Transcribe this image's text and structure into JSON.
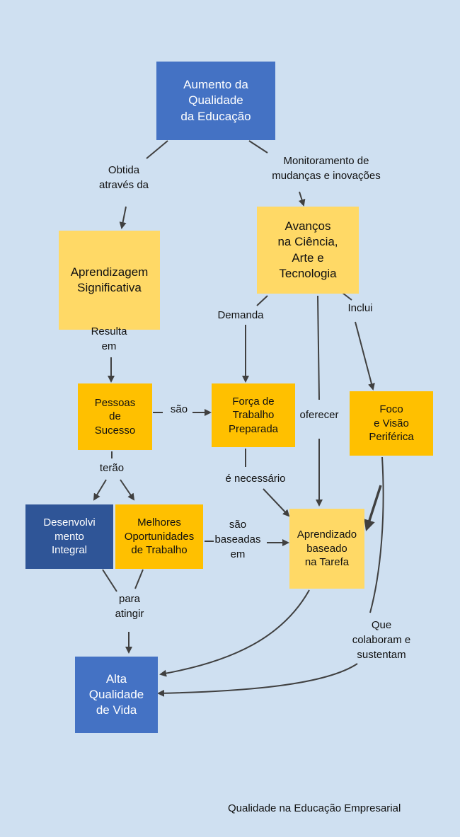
{
  "nodes": {
    "aumento": "Aumento da\nQualidade\nda Educação",
    "aprendizagem": "Aprendizagem\nSignificativa",
    "avancos": "Avanços\nna Ciência,\nArte e\nTecnologia",
    "pessoas": "Pessoas\nde\nSucesso",
    "forca": "Força de\nTrabalho\nPreparada",
    "foco": "Foco\ne Visão\nPeriférica",
    "desenvolvimento": "Desenvolvi\nmento\nIntegral",
    "melhores": "Melhores\nOportunidades\nde Trabalho",
    "aprendizado": "Aprendizado\nbaseado\nna Tarefa",
    "alta": "Alta\nQualidade\nde Vida"
  },
  "labels": {
    "obtida": "Obtida\natravés da",
    "monitoramento": "Monitoramento de\nmudanças e inovações",
    "demanda": "Demanda",
    "inclui": "Inclui",
    "resulta": "Resulta\nem",
    "sao": "são",
    "oferecer": "oferecer",
    "terao": "terão",
    "necessario": "é necessário",
    "baseadas": "são\nbaseadas\nem",
    "para": "para\natingir",
    "colaboram": "Que\ncolaboram e\nsustentam"
  },
  "footer": "Qualidade na Educação Empresarial",
  "colors": {
    "background": "#cfe0f1",
    "blue": "#4472c4",
    "dark_blue": "#2f5597",
    "light_yellow": "#ffd966",
    "gold": "#ffc000",
    "line": "#404040"
  }
}
